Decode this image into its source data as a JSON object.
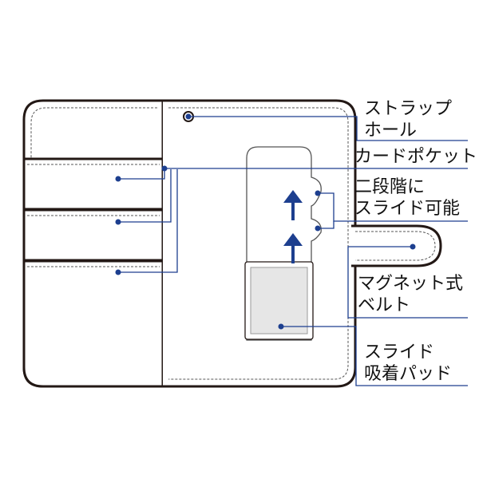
{
  "labels": {
    "strap_hole": [
      "ストラップ",
      "ホール"
    ],
    "card_pocket": [
      "カードポケット"
    ],
    "two_step_slide": [
      "二段階に",
      "スライド可能"
    ],
    "magnetic_belt": [
      "マグネット式",
      "ベルト"
    ],
    "slide_adhesive_pad": [
      "スライド",
      "吸着パッド"
    ]
  },
  "colors": {
    "outline": "#231815",
    "stitch": "#555555",
    "callout_line": "#1d3f8f",
    "arrow": "#1d3f8f",
    "pad_fill": "#e6e6e6",
    "pad_border": "#999999"
  },
  "icons": {
    "slide_arrow": "up-arrow",
    "strap_hole": "ring"
  }
}
